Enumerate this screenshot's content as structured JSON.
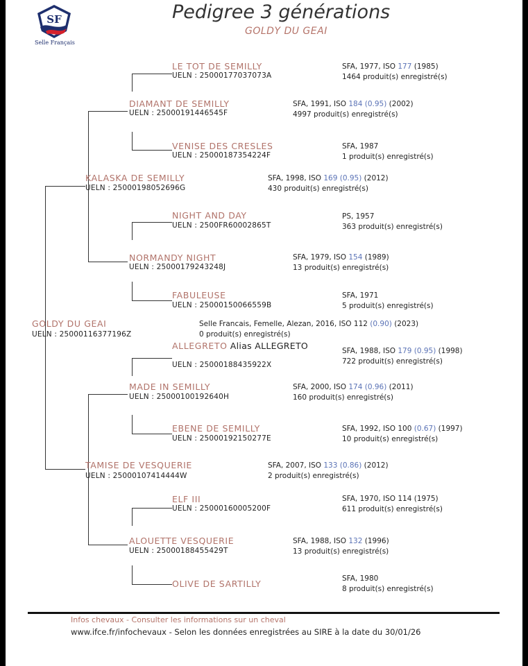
{
  "header": {
    "title": "Pedigree 3 générations",
    "subtitle": "GOLDY DU GEAI",
    "logo_initials": "SF",
    "logo_caption": "Selle Français"
  },
  "horses": {
    "root": {
      "name": "GOLDY DU GEAI",
      "ueln": "UELN : 25000116377196Z",
      "info1": "Selle Francais, Femelle, Alezan, 2016, ISO 112 ",
      "info1_blue": "(0.90)",
      "info1_end": " (2023)",
      "info2": "0 produit(s) enregistré(s)"
    },
    "sire": {
      "name": "KALASKA DE SEMILLY",
      "ueln": "UELN : 25000198052696G",
      "info1": "SFA, 1998, ISO ",
      "info1_blue": "169 (0.95)",
      "info1_end": " (2012)",
      "info2": "430 produit(s) enregistré(s)"
    },
    "ss": {
      "name": "DIAMANT DE SEMILLY",
      "ueln": "UELN : 25000191446545F",
      "info1": "SFA, 1991, ISO ",
      "info1_blue": "184 (0.95)",
      "info1_end": " (2002)",
      "info2": "4997 produit(s) enregistré(s)"
    },
    "sss": {
      "name": "LE TOT DE SEMILLY",
      "ueln": "UELN : 25000177037073A",
      "info1": "SFA, 1977, ISO ",
      "info1_blue": "177",
      "info1_end": " (1985)",
      "info2": "1464 produit(s) enregistré(s)"
    },
    "ssd": {
      "name": "VENISE DES CRESLES",
      "ueln": "UELN : 25000187354224F",
      "info1": "SFA, 1987",
      "info1_blue": "",
      "info1_end": "",
      "info2": "1 produit(s) enregistré(s)"
    },
    "sd": {
      "name": "NORMANDY NIGHT",
      "ueln": "UELN : 25000179243248J",
      "info1": "SFA, 1979, ISO ",
      "info1_blue": "154",
      "info1_end": " (1989)",
      "info2": "13 produit(s) enregistré(s)"
    },
    "sds": {
      "name": "NIGHT AND DAY",
      "ueln": "UELN : 2500FR60002865T",
      "info1": "PS, 1957",
      "info1_blue": "",
      "info1_end": "",
      "info2": "363 produit(s) enregistré(s)"
    },
    "sdd": {
      "name": "FABULEUSE",
      "ueln": "UELN : 25000150066559B",
      "info1": "SFA, 1971",
      "info1_blue": "",
      "info1_end": "",
      "info2": "5 produit(s) enregistré(s)"
    },
    "dam": {
      "name": "TAMISE DE VESQUERIE",
      "ueln": "UELN : 25000107414444W",
      "info1": "SFA, 2007, ISO ",
      "info1_blue": "133 (0.86)",
      "info1_end": " (2012)",
      "info2": "2 produit(s) enregistré(s)"
    },
    "ds": {
      "name": "MADE IN SEMILLY",
      "ueln": "UELN : 25000100192640H",
      "info1": "SFA, 2000, ISO ",
      "info1_blue": "174 (0.96)",
      "info1_end": " (2011)",
      "info2": "160 produit(s) enregistré(s)"
    },
    "dss": {
      "name": "ALLEGRETO",
      "alias": " Alias ALLEGRETO",
      "ueln": "UELN : 25000188435922X",
      "info1": "SFA, 1988, ISO ",
      "info1_blue": "179 (0.95)",
      "info1_end": " (1998)",
      "info2": "722 produit(s) enregistré(s)"
    },
    "dsd": {
      "name": "EBENE DE SEMILLY",
      "ueln": "UELN : 25000192150277E",
      "info1": "SFA, 1992, ISO 100 ",
      "info1_blue": "(0.67)",
      "info1_end": " (1997)",
      "info2": "10 produit(s) enregistré(s)"
    },
    "dd": {
      "name": "ALOUETTE VESQUERIE",
      "ueln": "UELN : 25000188455429T",
      "info1": "SFA, 1988, ISO ",
      "info1_blue": "132",
      "info1_end": " (1996)",
      "info2": "13 produit(s) enregistré(s)"
    },
    "dds": {
      "name": "ELF III",
      "ueln": "UELN : 25000160005200F",
      "info1": "SFA, 1970, ISO 114 (1975)",
      "info1_blue": "",
      "info1_end": "",
      "info2": "611 produit(s) enregistré(s)"
    },
    "ddd": {
      "name": "OLIVE DE SARTILLY",
      "ueln": "",
      "info1": "SFA, 1980",
      "info1_blue": "",
      "info1_end": "",
      "info2": "8 produit(s) enregistré(s)"
    }
  },
  "footer": {
    "line1": "Infos chevaux - Consulter les informations sur un cheval",
    "line2": "www.ifce.fr/infochevaux - Selon les données enregistrées au SIRE à la date du 30/01/26"
  },
  "colors": {
    "name_color": "#b1736a",
    "blue": "#5b73b6",
    "logo_blue": "#1e2f6e",
    "logo_red": "#d6212b"
  }
}
